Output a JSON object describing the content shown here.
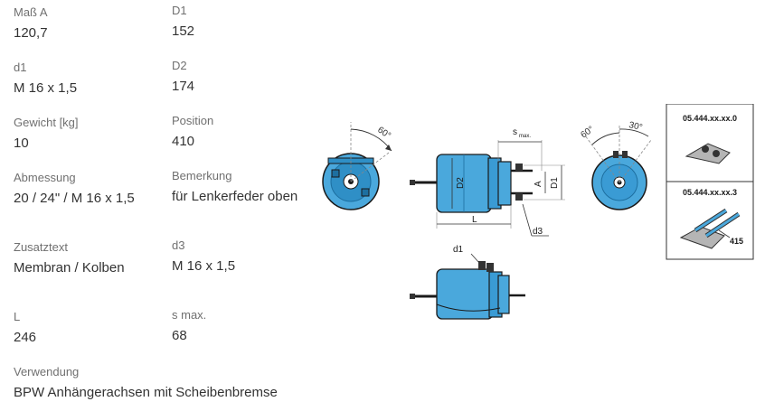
{
  "specs": {
    "mass_a": {
      "label": "Maß A",
      "value": "120,7"
    },
    "d1_thread": {
      "label": "d1",
      "value": "M 16 x 1,5"
    },
    "weight": {
      "label": "Gewicht [kg]",
      "value": "10"
    },
    "dimension": {
      "label": "Abmessung",
      "value": "20 / 24\" / M 16 x 1,5"
    },
    "extra_text": {
      "label": "Zusatztext",
      "value": "Membran / Kolben"
    },
    "length": {
      "label": "L",
      "value": "246"
    },
    "usage": {
      "label": "Verwendung",
      "value": "BPW Anhängerachsen mit Scheibenbremse"
    },
    "D1": {
      "label": "D1",
      "value": "152"
    },
    "D2": {
      "label": "D2",
      "value": "174"
    },
    "position": {
      "label": "Position",
      "value": "410"
    },
    "remark": {
      "label": "Bemerkung",
      "value": "für Lenkerfeder oben"
    },
    "d3": {
      "label": "d3",
      "value": "M 16 x 1,5"
    },
    "s_max": {
      "label": "s max.",
      "value": "68"
    }
  },
  "diagram": {
    "angle_left": "60°",
    "angle_right_a": "60°",
    "angle_right_b": "30°",
    "dim_s": "s",
    "dim_s_sub": "max.",
    "dim_D2": "D2",
    "dim_A": "A",
    "dim_D1": "D1",
    "dim_L": "L",
    "dim_d3": "d3",
    "dim_d1": "d1",
    "variant_1_code": "05.444.xx.xx.0",
    "variant_2_code": "05.444.xx.xx.3",
    "variant_2_callout": "415",
    "colors": {
      "body": "#4aa8dc",
      "body_dark": "#1d6fa0",
      "outline": "#1a1a1a"
    }
  }
}
